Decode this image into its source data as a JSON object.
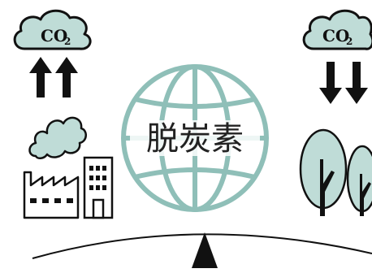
{
  "left_cloud": {
    "label": "CO",
    "subscript": "2"
  },
  "right_cloud": {
    "label": "CO",
    "subscript": "2"
  },
  "center": {
    "title": "脱炭素"
  },
  "colors": {
    "fill": "#bfdcd7",
    "stroke": "#111111",
    "globe_stroke": "#8fbfb8"
  },
  "icons": {
    "left_arrows": "up-arrows-icon",
    "right_arrows": "down-arrows-icon",
    "smoke": "smoke-icon",
    "factory": "factory-icon",
    "building": "building-icon",
    "trees": "trees-icon",
    "globe": "globe-icon",
    "balance": "balance-pivot-icon"
  }
}
